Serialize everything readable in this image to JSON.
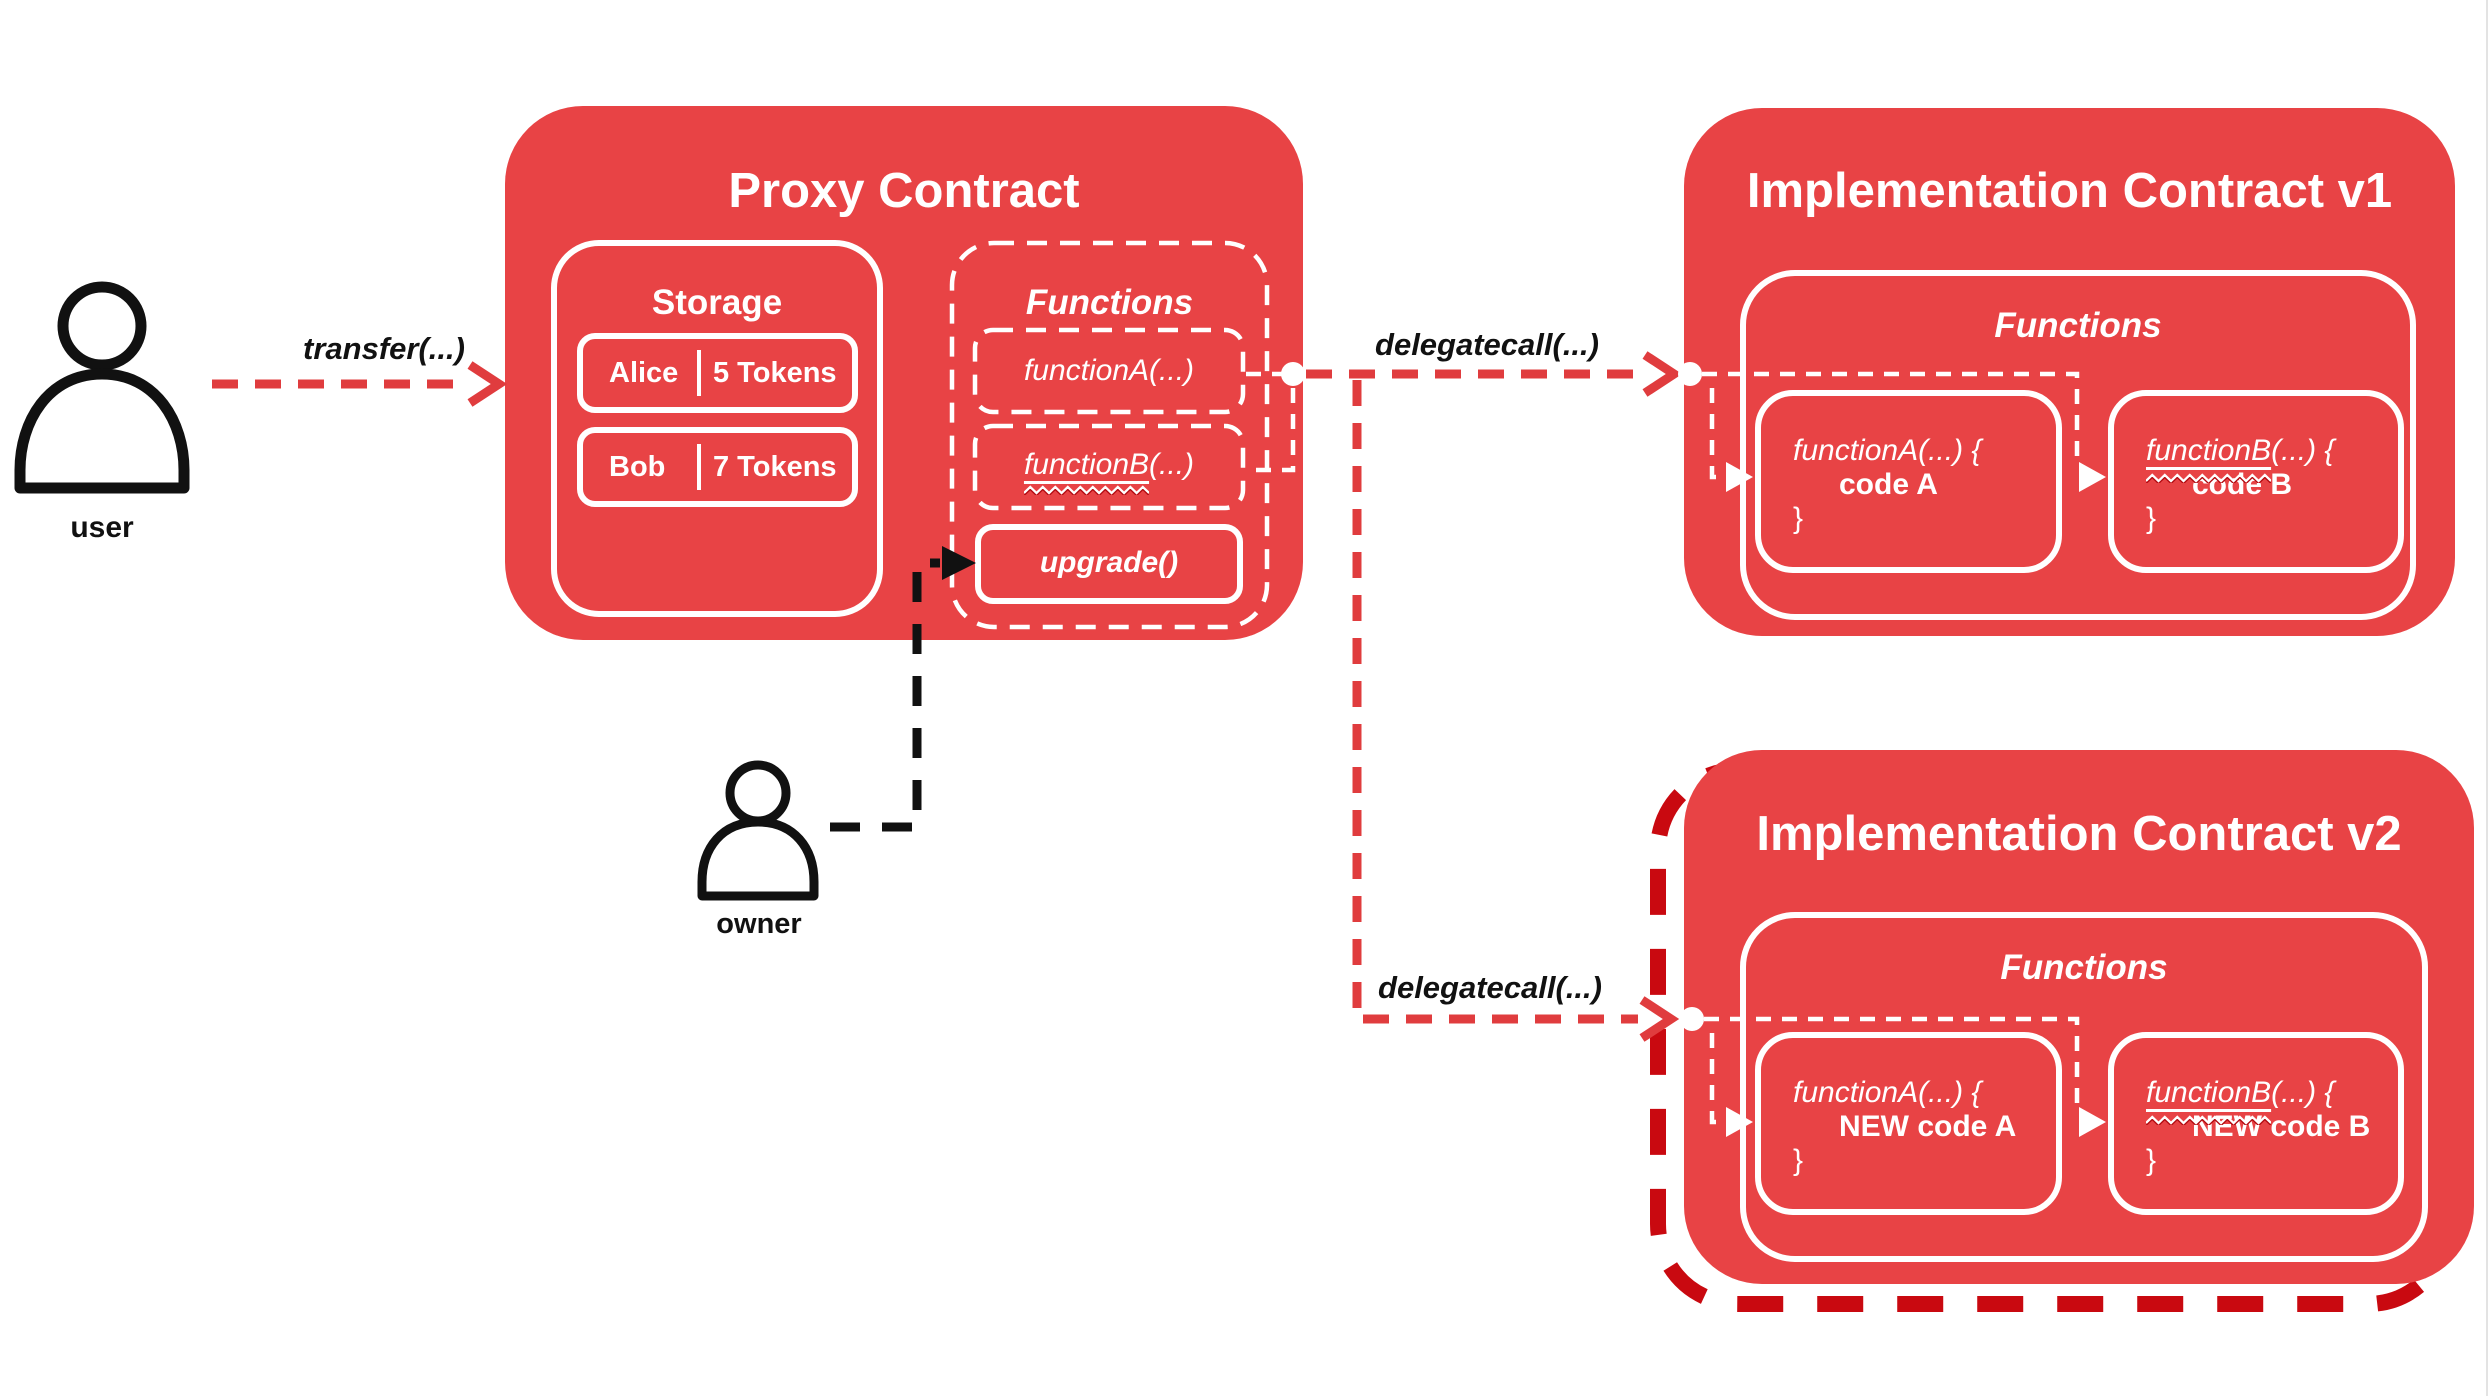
{
  "colors": {
    "box_red": "#E84345",
    "arrow_red": "#E03C3E",
    "highlight_dark_red": "#C90910",
    "line_black": "#111111",
    "line_white": "#FFFFFF"
  },
  "actors": {
    "user": {
      "label": "user"
    },
    "owner": {
      "label": "owner"
    }
  },
  "edges": {
    "transfer": {
      "label": "transfer(...)"
    },
    "delegatecall_v1": {
      "label": "delegatecall(...)"
    },
    "delegatecall_v2": {
      "label": "delegatecall(...)"
    }
  },
  "proxy": {
    "title": "Proxy Contract",
    "storage": {
      "heading": "Storage",
      "rows": [
        {
          "name": "Alice",
          "value": "5 Tokens"
        },
        {
          "name": "Bob",
          "value": "7 Tokens"
        }
      ]
    },
    "functions": {
      "heading": "Functions",
      "function_a": "functionA(...)",
      "function_b_name": "functionB",
      "function_b_rest": "(...)",
      "upgrade": "upgrade()"
    }
  },
  "impl_v1": {
    "title": "Implementation Contract v1",
    "functions": {
      "heading": "Functions",
      "function_a": {
        "line1": "functionA(...) {",
        "body": "code A",
        "close": "}"
      },
      "function_b": {
        "name": "functionB",
        "rest": "(...) {",
        "body": "code B",
        "close": "}"
      }
    }
  },
  "impl_v2": {
    "title": "Implementation Contract v2",
    "functions": {
      "heading": "Functions",
      "function_a": {
        "line1": "functionA(...) {",
        "body": "NEW code A",
        "close": "}"
      },
      "function_b": {
        "name": "functionB",
        "rest": "(...) {",
        "body": "NEW code B",
        "close": "}"
      }
    }
  }
}
